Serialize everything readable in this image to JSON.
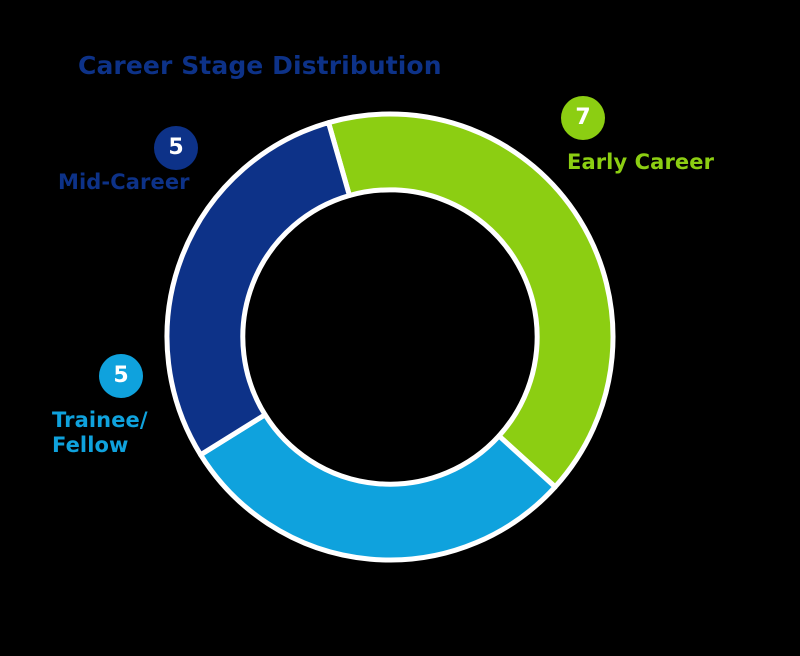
{
  "chart": {
    "title": "Career Stage Distribution",
    "title_color": "#0D3288",
    "background_color": "#000000",
    "separator_color": "#FFFFFF"
  },
  "segments": [
    {
      "key": "early",
      "label": "Early Career",
      "label_line1": "Early Career",
      "value": 7,
      "value_text": "7",
      "color": "#8CCE12"
    },
    {
      "key": "mid",
      "label": "Mid-Career",
      "label_line1": "Mid-Career",
      "value": 5,
      "value_text": "5",
      "color": "#0D3288"
    },
    {
      "key": "trainee",
      "label": "Trainee/Fellow",
      "label_line1": "Trainee/",
      "label_line2": "Fellow",
      "value": 5,
      "value_text": "5",
      "color": "#0FA2DD"
    }
  ],
  "chart_data": {
    "type": "pie",
    "variant": "donut",
    "title": "Career Stage Distribution",
    "xlabel": "",
    "ylabel": "",
    "legend": "callout-labels",
    "grid": false,
    "total": 17,
    "hole_ratio": 0.66,
    "start_angle_deg": -16,
    "direction": "clockwise",
    "categories": [
      "Early Career",
      "Mid-Career",
      "Trainee/Fellow"
    ],
    "values": [
      7,
      5,
      5
    ],
    "colors": [
      "#8CCE12",
      "#0D3288",
      "#0FA2DD"
    ],
    "slices": [
      {
        "label": "Early Career",
        "value": 7,
        "percent": 41.2,
        "angle_deg": 148.2,
        "color": "#8CCE12"
      },
      {
        "label": "Trainee/Fellow",
        "value": 5,
        "percent": 29.4,
        "angle_deg": 105.9,
        "color": "#0FA2DD"
      },
      {
        "label": "Mid-Career",
        "value": 5,
        "percent": 29.4,
        "angle_deg": 105.9,
        "color": "#0D3288"
      }
    ]
  }
}
